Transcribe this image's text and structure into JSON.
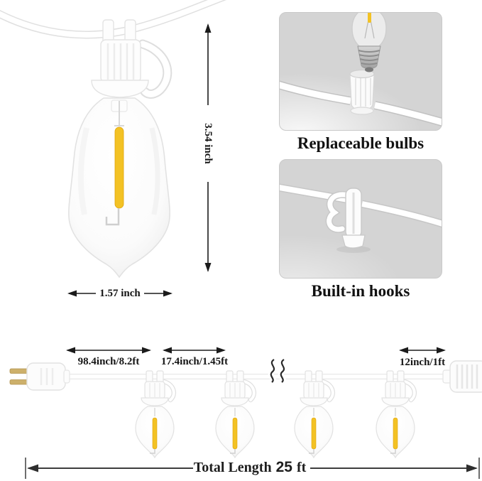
{
  "bulb_detail": {
    "height_label": "3.54 inch",
    "width_label": "1.57 inch"
  },
  "feature_panels": [
    {
      "id": "replaceable-bulbs",
      "caption": "Replaceable bulbs"
    },
    {
      "id": "built-in-hooks",
      "caption": "Built-in hooks"
    }
  ],
  "string_diagram": {
    "segment_labels": [
      "98.4inch/8.2ft",
      "17.4inch/1.45ft",
      "12inch/1ft"
    ],
    "visible_bulb_count": 4,
    "total_length": {
      "prefix": "Total Length",
      "value": "25",
      "unit": "ft"
    }
  },
  "colors": {
    "filament_amber": "#F2BF1F",
    "panel_background": "#D4D4D4",
    "dimension_line": "#1B1B1B",
    "total_length_line": "#3D3D3D",
    "plug_prong_gold": "#CDB06B",
    "cord_outline": "#E4E4E4"
  }
}
